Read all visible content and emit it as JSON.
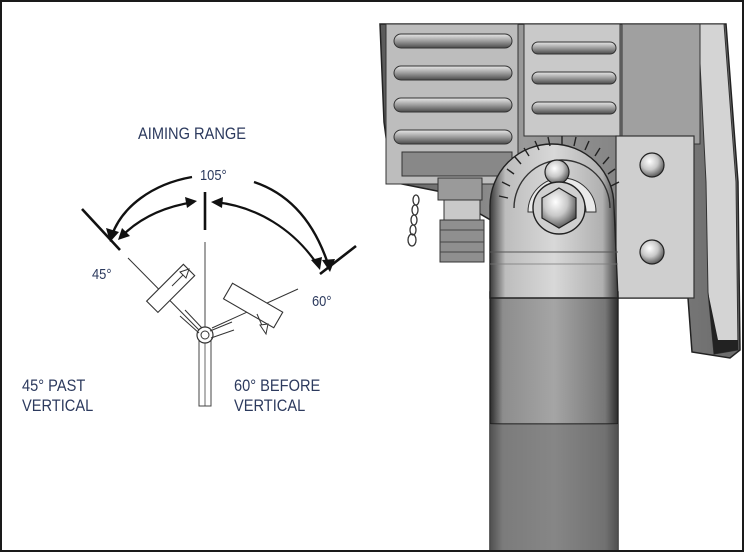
{
  "diagram": {
    "title": "AIMING RANGE",
    "total_angle": "105°",
    "left_angle": "45°",
    "right_angle": "60°",
    "left_caption": [
      "45° PAST",
      "VERTICAL"
    ],
    "right_caption": [
      "60° BEFORE",
      "VERTICAL"
    ]
  },
  "colors": {
    "text": "#2c3a5e",
    "line": "#111111",
    "fixture_dark": "#3c3c3c",
    "fixture_mid": "#8a8a8a",
    "fixture_light": "#d9d9d9"
  }
}
